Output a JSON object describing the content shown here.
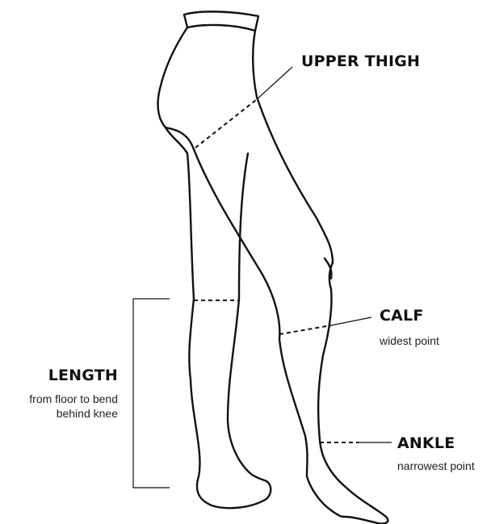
{
  "labels": {
    "upper_thigh": {
      "title": "UPPER THIGH"
    },
    "calf": {
      "title": "CALF",
      "subtitle": "widest point"
    },
    "length": {
      "title": "LENGTH",
      "subtitle_line1": "from floor to bend",
      "subtitle_line2": "behind knee"
    },
    "ankle": {
      "title": "ANKLE",
      "subtitle": "narrowest point"
    }
  },
  "colors": {
    "line": "#111111",
    "background": "#ffffff"
  },
  "icons": {
    "figure": "legs-side-view-outline"
  }
}
